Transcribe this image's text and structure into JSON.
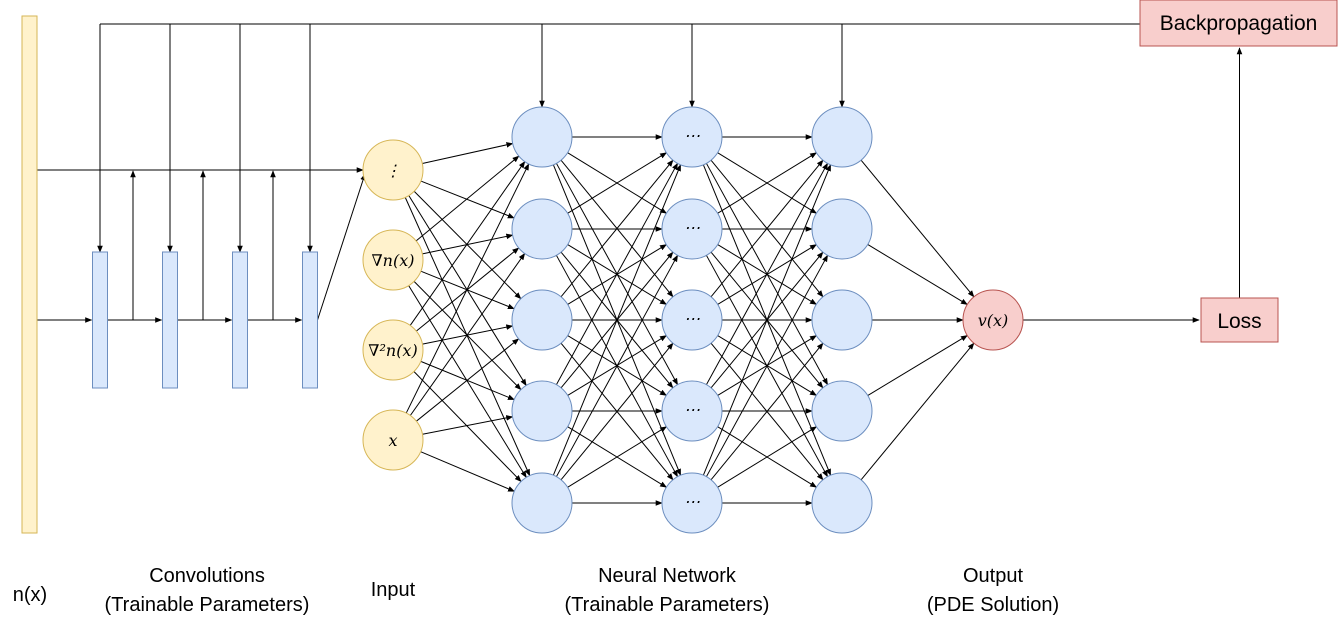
{
  "colors": {
    "input_bar_fill": "#fff2cc",
    "input_bar_stroke": "#d6b656",
    "conv_fill": "#dae8fc",
    "conv_stroke": "#6c8ebf",
    "input_node_fill": "#fff2cc",
    "input_node_stroke": "#d6b656",
    "hidden_node_fill": "#dae8fc",
    "hidden_node_stroke": "#6c8ebf",
    "output_fill": "#f8cecc",
    "output_stroke": "#b85450"
  },
  "input_nodes": [
    "⋮",
    "∇n(x)",
    "∇²n(x)",
    "x"
  ],
  "hidden_layer_nodes": [
    [
      "",
      "",
      "",
      "",
      ""
    ],
    [
      "⋯",
      "⋯",
      "⋯",
      "⋯",
      "⋯"
    ],
    [
      "",
      "",
      "",
      "",
      ""
    ]
  ],
  "output_node": "v(x)",
  "loss_box": "Loss",
  "backprop_box": "Backpropagation",
  "labels": {
    "nx": "n(x)",
    "convolutions_line1": "Convolutions",
    "convolutions_line2": "(Trainable Parameters)",
    "input": "Input",
    "nn_line1": "Neural Network",
    "nn_line2": "(Trainable Parameters)",
    "output_line1": "Output",
    "output_line2": "(PDE Solution)"
  }
}
